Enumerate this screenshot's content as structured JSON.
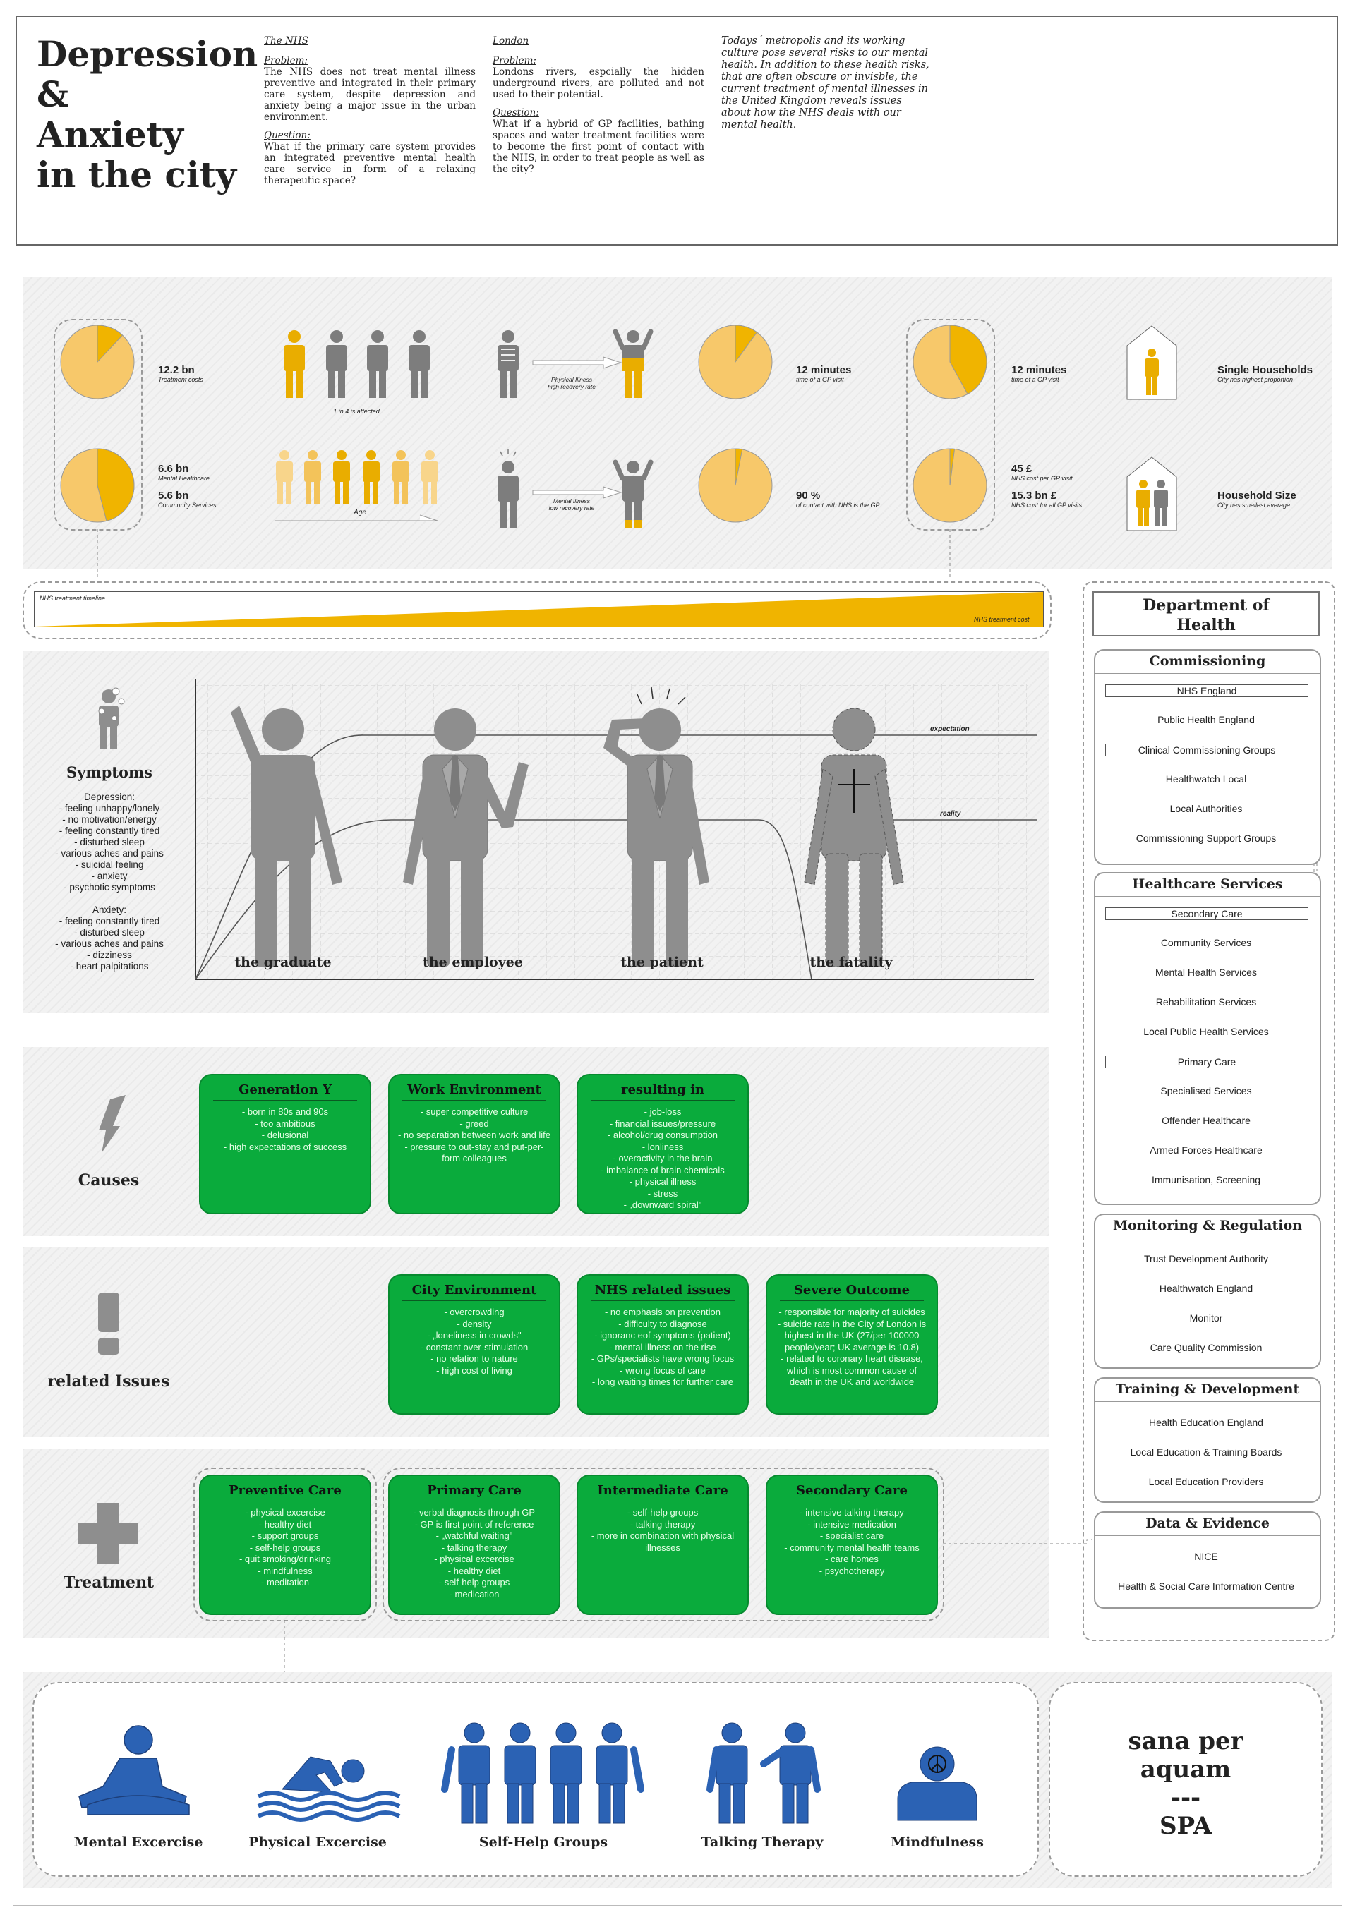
{
  "header": {
    "title_lines": [
      "Depression",
      "&",
      "Anxiety",
      "in the city"
    ],
    "nhs": {
      "heading": "The NHS",
      "problem_label": "Problem:",
      "problem": "The NHS does not treat mental illness preventive and integrated in their primary care system, despite depression and anxiety being a major issue in the urban environment.",
      "question_label": "Question:",
      "question": "What if the primary care system provides an integrated preventive mental health care service in form of a relaxing therapeutic space?"
    },
    "london": {
      "heading": "London",
      "problem_label": "Problem:",
      "problem": "Londons rivers, espcially the hidden underground rivers, are polluted and not used to their potential.",
      "question_label": "Question:",
      "question": "What if a hybrid of GP facilities, bathing spaces and water treatment facilities were to become the first point of contact with the NHS, in order to treat people as well as the city?"
    },
    "intro": "Todays´ metropolis and its working culture pose several risks to our mental health. In addition to these health risks, that are often obscure or invisble, the current treatment of mental illnesses in the United Kingdom reveals issues about how the NHS deals with our mental health."
  },
  "stats": {
    "treatment_costs_value": "12.2 bn",
    "treatment_costs_label": "Treatment costs",
    "mental_hc_value": "6.6 bn",
    "mental_hc_label": "Mental Healthcare",
    "community_value": "5.6 bn",
    "community_label": "Community Services",
    "one_in_four": "1 in 4 is affected",
    "age": "Age",
    "physical_line1": "Physical Illness",
    "physical_line2": "high recovery rate",
    "mental_line1": "Mental Illness",
    "mental_line2": "low recovery rate",
    "gp_minutes_value": "12 minutes",
    "gp_minutes_label": "time of a GP visit",
    "contact_value": "90 %",
    "contact_label": "of contact with NHS is the GP",
    "gp2_minutes_value": "12 minutes",
    "gp2_minutes_label": "time of a GP visit",
    "cost_per_visit_value": "45 £",
    "cost_per_visit_label": "NHS cost per GP visit",
    "cost_all_value": "15.3 bn £",
    "cost_all_label": "NHS cost for all GP visits",
    "single_value": "Single Households",
    "single_label": "City has highest proportion",
    "household_value": "Household Size",
    "household_label": "City has smallest average",
    "pie_fraction_treatment": 0.12,
    "pie_fraction_mental": 0.46,
    "pie_fraction_gp": 0.1,
    "pie_fraction_contact": 0.03,
    "pie_fraction_gp2": 0.42,
    "pie_fraction_cost": 0.02
  },
  "timeline": {
    "left_label": "NHS treatment timeline",
    "right_label": "NHS treatment cost"
  },
  "symptoms": {
    "title": "Symptoms",
    "depression_heading": "Depression:",
    "depression_items": "- feeling unhappy/lonely\n- no motivation/energy\n- feeling constantly tired\n- disturbed sleep\n- various aches and pains\n- suicidal feeling\n- anxiety\n- psychotic symptoms",
    "anxiety_heading": "Anxiety:",
    "anxiety_items": "- feeling constantly tired\n- disturbed sleep\n- various aches and pains\n- dizziness\n- heart palpitations",
    "expectation": "expectation",
    "reality": "reality",
    "figures": [
      "the graduate",
      "the employee",
      "the patient",
      "the fatality"
    ]
  },
  "causes": {
    "label": "Causes",
    "cards": [
      {
        "title": "Generation Y",
        "body": "- born in 80s and 90s\n- too ambitious\n- delusional\n- high expectations of success"
      },
      {
        "title": "Work Environment",
        "body": "- super competitive culture\n- greed\n- no separation between work and life\n- pressure to out-stay and put-per-form colleagues"
      },
      {
        "title": "resulting in",
        "body": "- job-loss\n- financial issues/pressure\n- alcohol/drug consumption\n- lonliness\n- overactivity in the brain\n- imbalance of brain chemicals\n- physical illness\n- stress\n- „downward spiral\""
      }
    ]
  },
  "issues": {
    "label": "related Issues",
    "cards": [
      {
        "title": "City Environment",
        "body": "- overcrowding\n- density\n- „loneliness in crowds\"\n- constant over-stimulation\n- no relation to nature\n- high cost of living"
      },
      {
        "title": "NHS related issues",
        "body": "- no emphasis on prevention\n- difficulty to diagnose\n- ignoranc eof symptoms (patient)\n- mental illness on the rise\n- GPs/specialists have wrong focus\n- wrong focus of care\n- long waiting times for further care"
      },
      {
        "title": "Severe Outcome",
        "body": "- responsible for majority of suicides\n- suicide rate in the City of London is highest in the UK (27/per 100000 people/year; UK average is 10.8)\n- related to coronary heart disease, which is most common cause of death in the UK and worldwide"
      }
    ]
  },
  "treatment": {
    "label": "Treatment",
    "cards": [
      {
        "title": "Preventive Care",
        "body": "- physical excercise\n- healthy diet\n- support groups\n- self-help groups\n- quit smoking/drinking\n- mindfulness\n- meditation"
      },
      {
        "title": "Primary Care",
        "body": "- verbal diagnosis through GP\n- GP is first point of reference\n- „watchful waiting\"\n- talking therapy\n- physical excercise\n- healthy diet\n- self-help groups\n- medication"
      },
      {
        "title": "Intermediate Care",
        "body": "- self-help groups\n- talking therapy\n- more in combination with physical illnesses"
      },
      {
        "title": "Secondary Care",
        "body": "- intensive talking therapy\n- intensive medication\n- specialist care\n- community mental health teams\n- care homes\n- psychotherapy"
      }
    ]
  },
  "doh": {
    "title_line1": "Department of",
    "title_line2": "Health",
    "sections": [
      {
        "title": "Commissioning",
        "items": [
          "NHS England",
          "Public Health England",
          "Clinical Commissioning Groups",
          "Healthwatch Local",
          "Local Authorities",
          "Commissioning Support Groups"
        ]
      },
      {
        "title": "Healthcare Services",
        "items": [
          "Secondary Care",
          "Community Services",
          "Mental Health Services",
          "Rehabilitation Services",
          "Local Public Health Services",
          "Primary Care",
          "Specialised Services",
          "Offender Healthcare",
          "Armed Forces Healthcare",
          "Immunisation, Screening"
        ]
      },
      {
        "title": "Monitoring & Regulation",
        "items": [
          "Trust Development Authority",
          "Healthwatch England",
          "Monitor",
          "Care Quality Commission"
        ]
      },
      {
        "title": "Training & Development",
        "items": [
          "Health Education England",
          "Local Education & Training Boards",
          "Local Education Providers"
        ]
      },
      {
        "title": "Data & Evidence",
        "items": [
          "NICE",
          "Health & Social Care Information Centre"
        ]
      }
    ]
  },
  "activities": [
    "Mental Excercise",
    "Physical Excercise",
    "Self-Help Groups",
    "Talking Therapy",
    "Mindfulness"
  ],
  "spa": {
    "line1": "sana per",
    "line2": "aquam",
    "line3": "---",
    "line4": "SPA"
  },
  "colors": {
    "yellow": "#f0b400",
    "light_yellow": "#f7c86a",
    "green": "#0aab3c",
    "blue": "#2b62b4",
    "grey": "#8e8e8e"
  }
}
